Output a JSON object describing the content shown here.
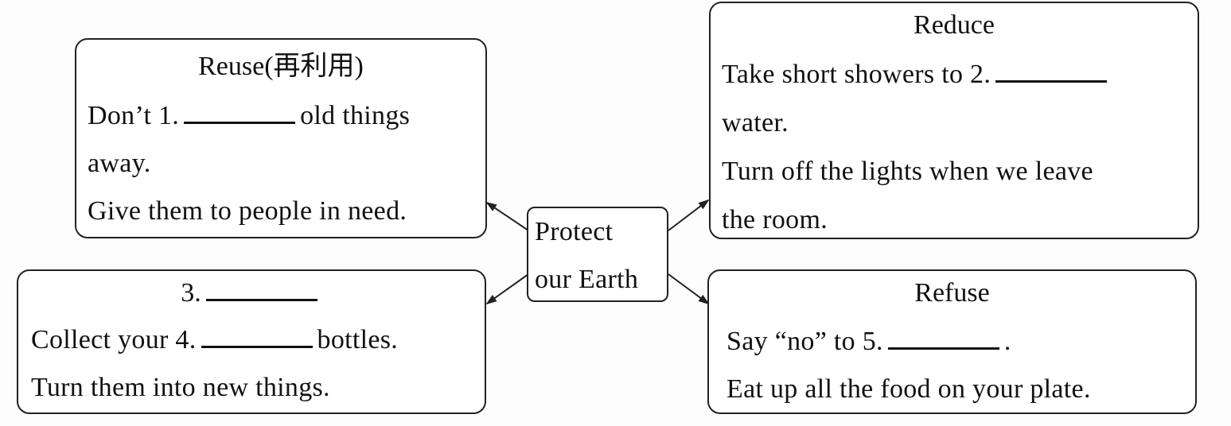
{
  "center": {
    "line1": "Protect",
    "line2": "our Earth"
  },
  "reuse": {
    "title": "Reuse(再利用)",
    "l1_pre": "Don’t 1.",
    "l1_post": "old things",
    "l2": "away.",
    "l3": "Give them to people in need."
  },
  "reduce": {
    "title": "Reduce",
    "l1_pre": "Take short showers to 2.",
    "l2": "water.",
    "l3": "Turn off the lights when we leave",
    "l4": "the room."
  },
  "recycle": {
    "title_pre": "3.",
    "l1_pre": "Collect your 4.",
    "l1_post": "bottles.",
    "l2": "Turn them into new things."
  },
  "refuse": {
    "title": "Refuse",
    "l1_pre": "Say “no” to 5.",
    "l1_post": ".",
    "l2": "Eat up all the food on your plate."
  }
}
